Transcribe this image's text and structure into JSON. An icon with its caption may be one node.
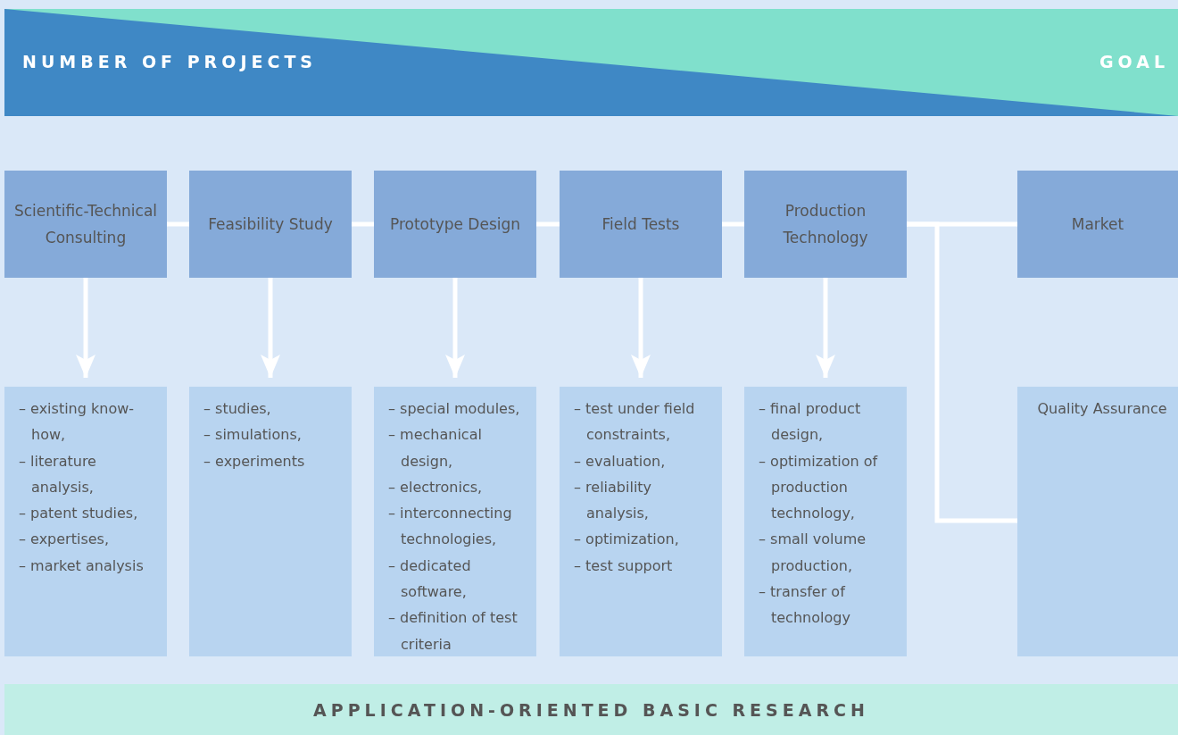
{
  "diagram": {
    "nodes": [
      {
        "text": [
          "NUMBER OF PROJECTS",
          "GOAL"
        ]
      },
      {
        "text": [
          "Scientific-Technical Consulting"
        ]
      },
      {
        "text": [
          "Feasibility Study"
        ]
      },
      {
        "text": [
          "Prototype Design"
        ]
      },
      {
        "text": [
          "Field Tests"
        ]
      },
      {
        "text": [
          "Production Technology"
        ]
      },
      {
        "text": [
          "Market"
        ]
      },
      {
        "text": [
          "– existing know-how,",
          "– literature analysis,",
          "– patent studies,",
          "– expertises,",
          "– market analysis"
        ]
      },
      {
        "text": [
          "– studies,",
          "– simulations,",
          "– experiments"
        ]
      },
      {
        "text": [
          "– special modules,",
          "– mechanical design,",
          "– electronics,",
          "– interconnecting technologies,",
          "– dedicated software,",
          "– definition of test criteria"
        ]
      },
      {
        "text": [
          "– test under field constraints,",
          "– evaluation,",
          "– reliability analysis,",
          "– optimization,",
          "– test support"
        ]
      },
      {
        "text": [
          "– final product design,",
          "– optimization of production technology,",
          "– small volume production,",
          "– transfer of technology"
        ]
      },
      {
        "text": [
          "Quality Assurance"
        ]
      },
      {
        "text": [
          "APPLICATION-ORIENTED BASIC RESEARCH"
        ]
      }
    ],
    "edges": [
      {
        "from": 1,
        "to": 2,
        "arrow": "none"
      },
      {
        "from": 2,
        "to": 3,
        "arrow": "none"
      },
      {
        "from": 3,
        "to": 4,
        "arrow": "none"
      },
      {
        "from": 4,
        "to": 5,
        "arrow": "none"
      },
      {
        "from": 5,
        "to": 6,
        "arrow": "none"
      },
      {
        "from": 5,
        "to": 12,
        "arrow": "none"
      },
      {
        "from": 1,
        "to": 7,
        "arrow": "to"
      },
      {
        "from": 2,
        "to": 8,
        "arrow": "to"
      },
      {
        "from": 3,
        "to": 9,
        "arrow": "to"
      },
      {
        "from": 4,
        "to": 10,
        "arrow": "to"
      },
      {
        "from": 5,
        "to": 11,
        "arrow": "to"
      }
    ]
  }
}
